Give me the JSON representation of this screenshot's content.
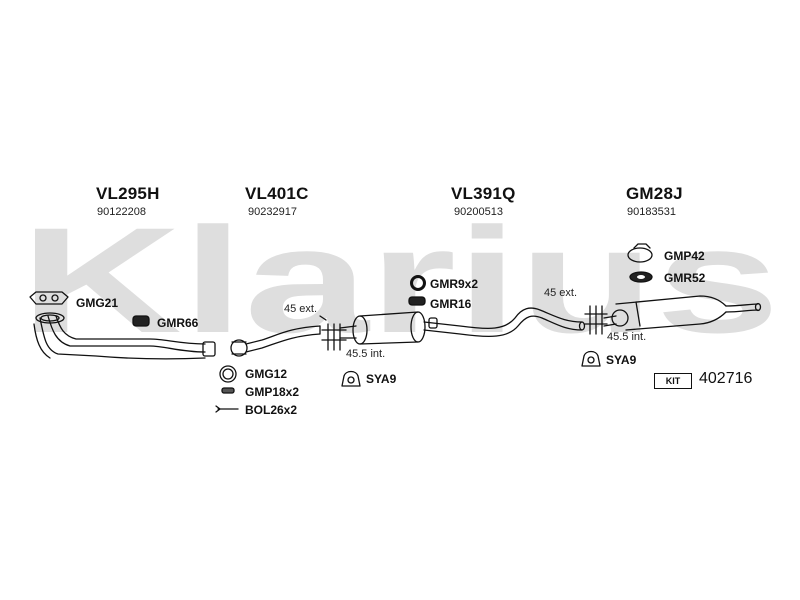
{
  "watermark": {
    "text": "Klarius",
    "color": "#dedede"
  },
  "sections": [
    {
      "code": "VL295H",
      "number": "90122208"
    },
    {
      "code": "VL401C",
      "number": "90232917"
    },
    {
      "code": "VL391Q",
      "number": "90200513"
    },
    {
      "code": "GM28J",
      "number": "90183531"
    }
  ],
  "fittings": {
    "gmg21": "GMG21",
    "gmr66": "GMR66",
    "gmg12": "GMG12",
    "gmp18x2": "GMP18x2",
    "bol26x2": "BOL26x2",
    "gmr9x2": "GMR9x2",
    "gmr16": "GMR16",
    "sya9_left": "SYA9",
    "sya9_right": "SYA9",
    "gmp42": "GMP42",
    "gmr52": "GMR52"
  },
  "dimensions": {
    "ext_left": "45 ext.",
    "int_left": "45.5 int.",
    "ext_right": "45 ext.",
    "int_right": "45.5 int."
  },
  "kit": {
    "label": "KIT",
    "number": "402716"
  }
}
